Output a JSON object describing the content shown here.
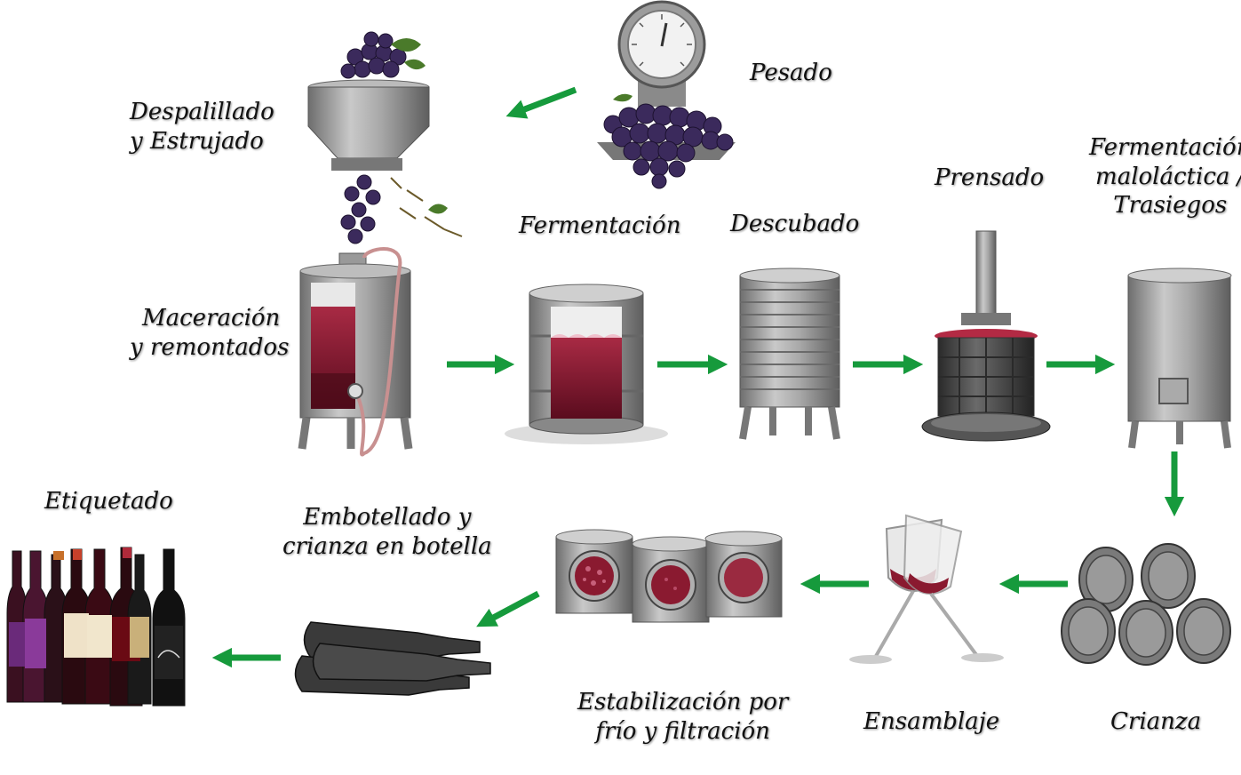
{
  "steps": {
    "pesado": {
      "label": "Pesado"
    },
    "despalillado": {
      "line1": "Despalillado",
      "line2": "y Estrujado"
    },
    "maceracion": {
      "line1": "Maceración",
      "line2": "y remontados"
    },
    "fermentacion": {
      "label": "Fermentación"
    },
    "descubado": {
      "label": "Descubado"
    },
    "prensado": {
      "label": "Prensado"
    },
    "malolactica": {
      "line1": "Fermentación",
      "line2": "maloláctica /",
      "line3": "Trasiegos"
    },
    "crianza": {
      "label": "Crianza"
    },
    "ensamblaje": {
      "label": "Ensamblaje"
    },
    "estabilizacion": {
      "line1": "Estabilización por",
      "line2": "frío y filtración"
    },
    "embotellado": {
      "line1": "Embotellado y",
      "line2": "crianza en botella"
    },
    "etiquetado": {
      "label": "Etiquetado"
    }
  },
  "colors": {
    "arrow": "#169a3c",
    "steel": "#9a9a9a",
    "wine": "#7a1228",
    "grape": "#3b2a5c",
    "leaf": "#4a7a2a"
  },
  "icons": [
    "scale-with-grapes-icon",
    "hopper-destemmer-icon",
    "maceration-tank-icon",
    "fermentation-tank-icon",
    "ribbed-tank-icon",
    "wine-press-icon",
    "storage-tank-icon",
    "barrels-icon",
    "wine-glasses-icon",
    "stabilization-tanks-icon",
    "bottles-lying-icon",
    "labeled-bottles-icon"
  ]
}
